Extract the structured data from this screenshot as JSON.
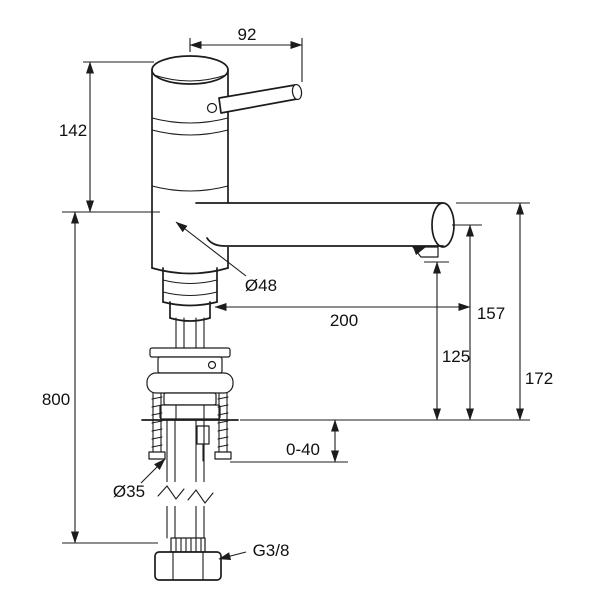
{
  "drawing": {
    "type": "technical-dimension-drawing",
    "subject": "single-lever-kitchen-mixer-tap",
    "colors": {
      "line": "#1c1c1c",
      "background": "#ffffff"
    },
    "dimensions": {
      "lever_projection": "92",
      "head_height": "142",
      "hose_length": "800",
      "body_diameter": "Ø48",
      "spout_projection": "200",
      "outlet_height": "157",
      "aerator_clearance": "125",
      "spout_top_height": "172",
      "mounting_thickness": "0-40",
      "hole_diameter": "Ø35",
      "supply_thread": "G3/8"
    }
  }
}
